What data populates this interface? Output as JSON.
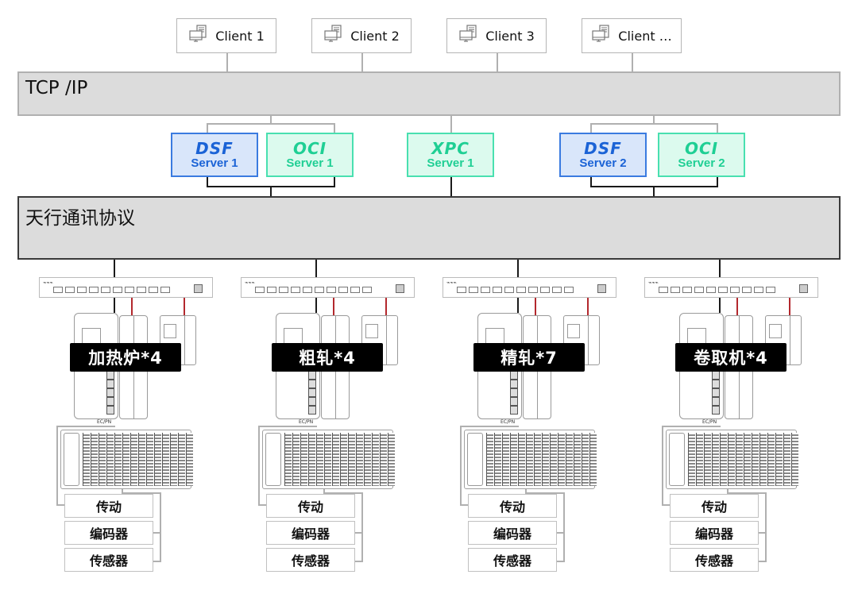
{
  "clients": [
    {
      "label": "Client 1",
      "icon": "computer-document-icon"
    },
    {
      "label": "Client 2",
      "icon": "computer-document-icon"
    },
    {
      "label": "Client 3",
      "icon": "computer-document-icon"
    },
    {
      "label": "Client …",
      "icon": "computer-document-icon"
    }
  ],
  "buses": {
    "tcp": "TCP /IP",
    "protocol": "天行通讯协议"
  },
  "servers": [
    {
      "brand": "DSF",
      "name": "Server 1",
      "color": "#1b63d6"
    },
    {
      "brand": "OCI",
      "name": "Server 1",
      "color": "#1fcf94"
    },
    {
      "brand": "XPC",
      "name": "Server 1",
      "color": "#1fcf94"
    },
    {
      "brand": "DSF",
      "name": "Server 2",
      "color": "#1b63d6"
    },
    {
      "brand": "OCI",
      "name": "Server 2",
      "color": "#1fcf94"
    }
  ],
  "groups": [
    {
      "label": "加热炉*4",
      "io_label": "EC/PN",
      "devices": [
        "传动",
        "编码器",
        "传感器"
      ]
    },
    {
      "label": "粗轧*4",
      "io_label": "EC/PN",
      "devices": [
        "传动",
        "编码器",
        "传感器"
      ]
    },
    {
      "label": "精轧*7",
      "io_label": "EC/PN",
      "devices": [
        "传动",
        "编码器",
        "传感器"
      ]
    },
    {
      "label": "卷取机*4",
      "io_label": "EC/PN",
      "devices": [
        "传动",
        "编码器",
        "传感器"
      ]
    }
  ],
  "colors": {
    "dsf_blue": "#1b63d6",
    "oci_green": "#1fcf94",
    "bus_gray": "#dcdcdc",
    "link_red": "#b3282d",
    "tag_black": "#000000"
  }
}
